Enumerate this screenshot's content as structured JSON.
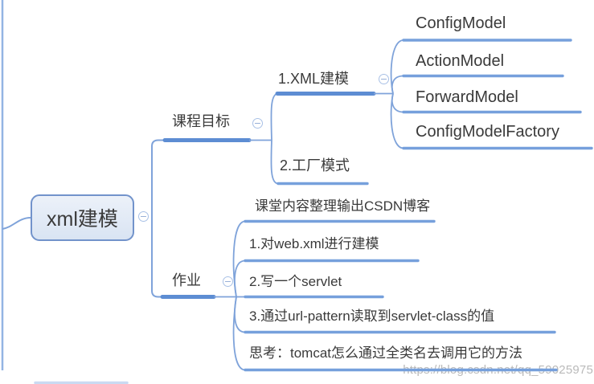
{
  "canvas": {
    "background": "#ffffff"
  },
  "colors": {
    "connector": "#7fa3da",
    "branch_underline": "#5d8dd3",
    "leaf_underline": "#76a0dc",
    "root_border": "#7293cb",
    "root_fill": "#e3ebf7",
    "text": "#3a3a3a",
    "watermark": "#b4b4b4"
  },
  "icons": {
    "collapse_minus": "−"
  },
  "root": {
    "label": "xml建模"
  },
  "branches": [
    {
      "label": "课程目标",
      "children": [
        {
          "label": "1.XML建模",
          "children": [
            {
              "label": "ConfigModel"
            },
            {
              "label": "ActionModel"
            },
            {
              "label": "ForwardModel"
            },
            {
              "label": "ConfigModelFactory"
            }
          ]
        },
        {
          "label": "2.工厂模式"
        }
      ]
    },
    {
      "label": "作业",
      "children": [
        {
          "label": "课堂内容整理输出CSDN博客"
        },
        {
          "label": "1.对web.xml进行建模"
        },
        {
          "label": "2.写一个servlet"
        },
        {
          "label": "3.通过url-pattern读取到servlet-class的值"
        },
        {
          "label": "思考：tomcat怎么通过全类名去调用它的方法"
        }
      ]
    }
  ],
  "watermark": {
    "text": "https://blog.csdn.net/qq_59025975"
  }
}
